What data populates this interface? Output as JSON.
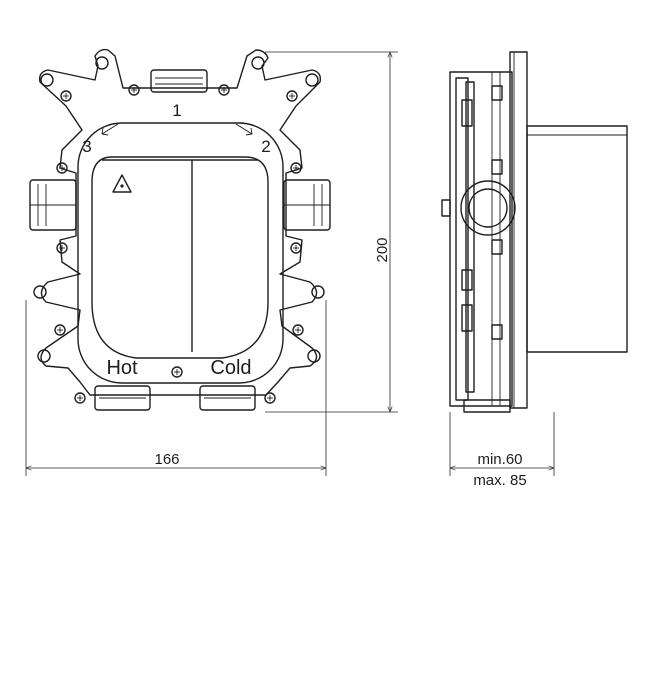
{
  "front_view": {
    "position_labels": [
      "1",
      "2",
      "3"
    ],
    "inlet_labels": {
      "hot": "Hot",
      "cold": "Cold"
    }
  },
  "dimensions": {
    "width": "166",
    "height": "200",
    "depth_min": "min.60",
    "depth_max": "max. 85"
  }
}
